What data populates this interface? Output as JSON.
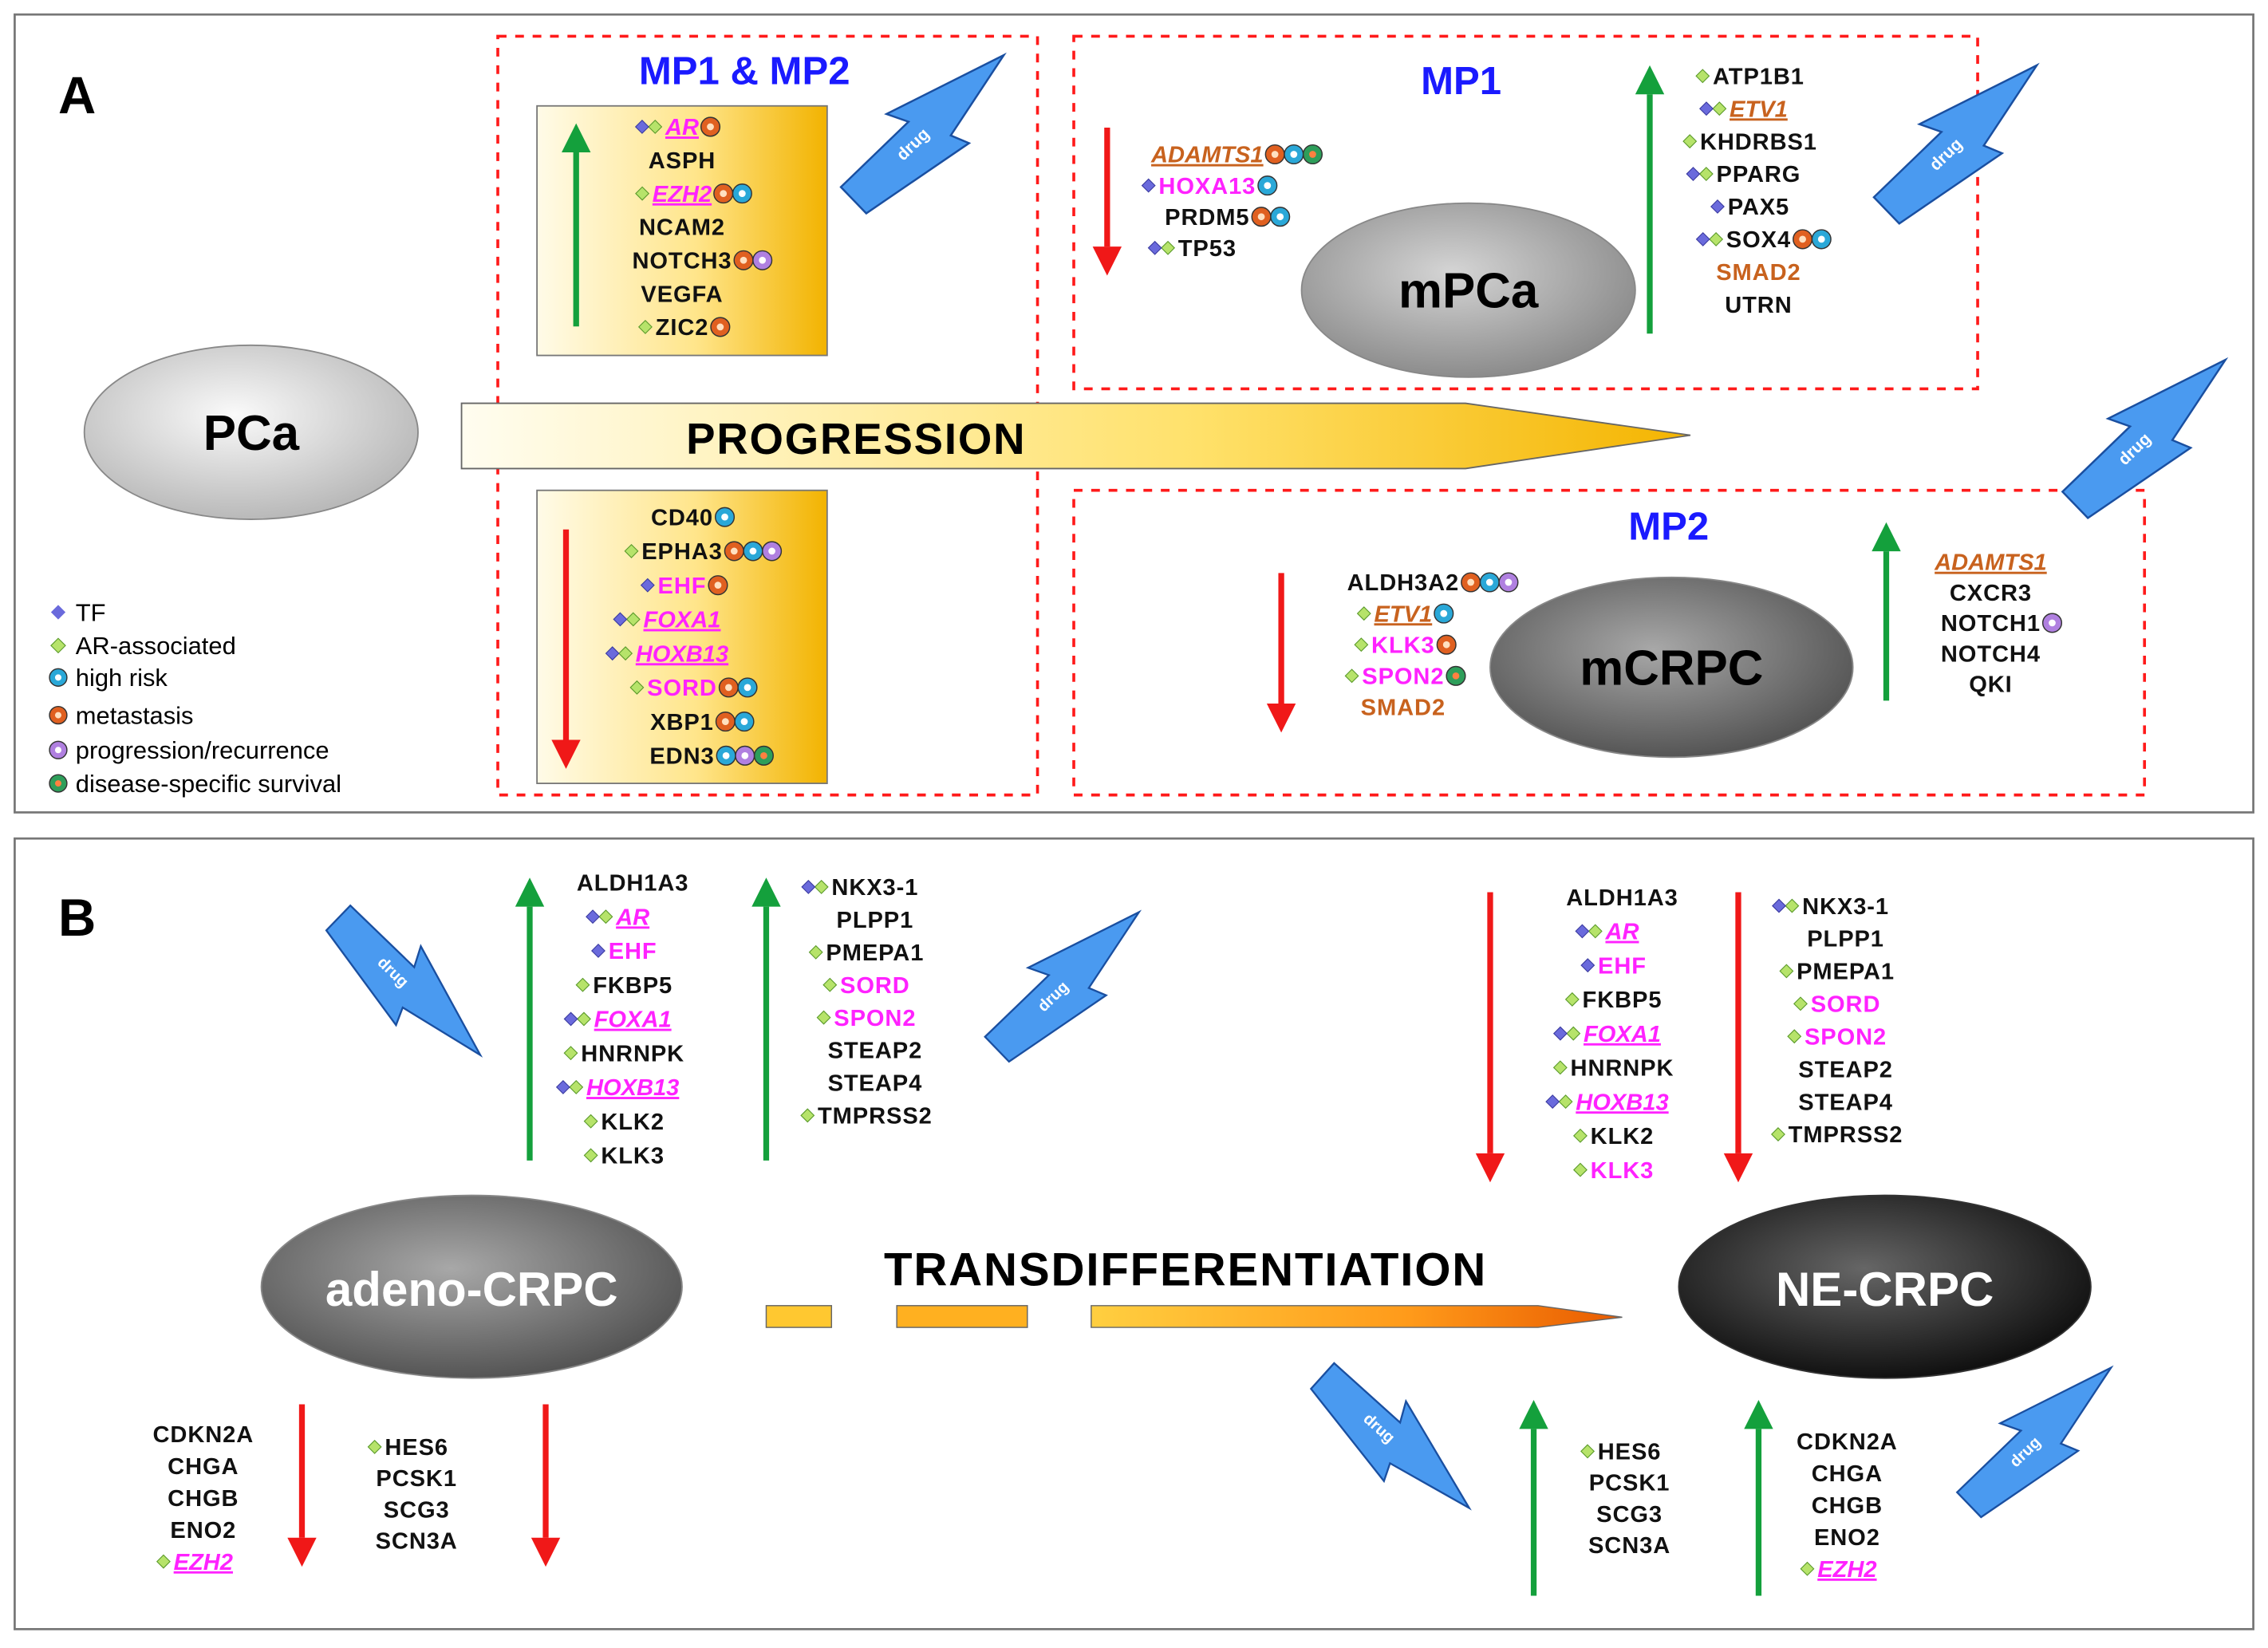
{
  "panels": {
    "a": "A",
    "b": "B"
  },
  "legend": {
    "tf": "TF",
    "ar": "AR-associated",
    "high_risk": "high risk",
    "metastasis": "metastasis",
    "progression": "progression/recurrence",
    "dss": "disease-specific survival"
  },
  "colors": {
    "black": "#111111",
    "magenta": "#ff22ff",
    "brown": "#c8621e",
    "blue_title": "#1a1aff",
    "up_arrow": "#14a03c",
    "down_arrow": "#f01818",
    "drug": "#4a9af0"
  },
  "icons": [
    "tf-icon",
    "ar-associated-icon",
    "high-risk-icon",
    "metastasis-icon",
    "progression-recurrence-icon",
    "survival-icon",
    "drug-lightning-icon"
  ],
  "drug_label": "drug",
  "panel_a": {
    "progression": "PROGRESSION",
    "states": {
      "pca": "PCa",
      "mpca": "mPCa",
      "mcrpc": "mCRPC"
    },
    "groups": {
      "mp1_mp2": "MP1 & MP2",
      "mp1": "MP1",
      "mp2": "MP2"
    },
    "mp12_up": [
      {
        "name": "AR",
        "color": "magenta",
        "style": "biu",
        "icons": [
          "tf",
          "ar"
        ],
        "badges": [
          "metastasis"
        ]
      },
      {
        "name": "ASPH",
        "color": "black",
        "style": "b",
        "icons": [],
        "badges": []
      },
      {
        "name": "EZH2",
        "color": "magenta",
        "style": "biu",
        "icons": [
          "ar"
        ],
        "badges": [
          "metastasis",
          "high_risk"
        ]
      },
      {
        "name": "NCAM2",
        "color": "black",
        "style": "b",
        "icons": [],
        "badges": []
      },
      {
        "name": "NOTCH3",
        "color": "black",
        "style": "b",
        "icons": [],
        "badges": [
          "metastasis",
          "progression"
        ]
      },
      {
        "name": "VEGFA",
        "color": "black",
        "style": "b",
        "icons": [],
        "badges": []
      },
      {
        "name": "ZIC2",
        "color": "black",
        "style": "b",
        "icons": [
          "ar"
        ],
        "badges": [
          "metastasis"
        ]
      }
    ],
    "mp12_down": [
      {
        "name": "CD40",
        "color": "black",
        "style": "b",
        "icons": [],
        "badges": [
          "high_risk"
        ]
      },
      {
        "name": "EPHA3",
        "color": "black",
        "style": "b",
        "icons": [
          "ar"
        ],
        "badges": [
          "metastasis",
          "high_risk",
          "progression"
        ]
      },
      {
        "name": "EHF",
        "color": "magenta",
        "style": "b",
        "icons": [
          "tf"
        ],
        "badges": [
          "metastasis"
        ]
      },
      {
        "name": "FOXA1",
        "color": "magenta",
        "style": "biu",
        "icons": [
          "tf",
          "ar"
        ],
        "badges": []
      },
      {
        "name": "HOXB13",
        "color": "magenta",
        "style": "biu",
        "icons": [
          "tf",
          "ar"
        ],
        "badges": []
      },
      {
        "name": "SORD",
        "color": "magenta",
        "style": "b",
        "icons": [
          "ar"
        ],
        "badges": [
          "metastasis",
          "high_risk"
        ]
      },
      {
        "name": "XBP1",
        "color": "black",
        "style": "b",
        "icons": [],
        "badges": [
          "metastasis",
          "high_risk"
        ]
      },
      {
        "name": "EDN3",
        "color": "black",
        "style": "b",
        "icons": [],
        "badges": [
          "high_risk",
          "progression",
          "dss"
        ]
      }
    ],
    "mp1_down": [
      {
        "name": "ADAMTS1",
        "color": "brown",
        "style": "biu",
        "icons": [],
        "badges": [
          "metastasis",
          "high_risk",
          "dss"
        ]
      },
      {
        "name": "HOXA13",
        "color": "magenta",
        "style": "b",
        "icons": [
          "tf"
        ],
        "badges": [
          "high_risk"
        ]
      },
      {
        "name": "PRDM5",
        "color": "black",
        "style": "b",
        "icons": [],
        "badges": [
          "metastasis",
          "high_risk"
        ]
      },
      {
        "name": "TP53",
        "color": "black",
        "style": "b",
        "icons": [
          "tf",
          "ar"
        ],
        "badges": []
      }
    ],
    "mp1_up": [
      {
        "name": "ATP1B1",
        "color": "black",
        "style": "b",
        "icons": [
          "ar"
        ],
        "badges": []
      },
      {
        "name": "ETV1",
        "color": "brown",
        "style": "biu",
        "icons": [
          "tf",
          "ar"
        ],
        "badges": []
      },
      {
        "name": "KHDRBS1",
        "color": "black",
        "style": "b",
        "icons": [
          "ar"
        ],
        "badges": []
      },
      {
        "name": "PPARG",
        "color": "black",
        "style": "b",
        "icons": [
          "tf",
          "ar"
        ],
        "badges": []
      },
      {
        "name": "PAX5",
        "color": "black",
        "style": "b",
        "icons": [
          "tf"
        ],
        "badges": []
      },
      {
        "name": "SOX4",
        "color": "black",
        "style": "b",
        "icons": [
          "tf",
          "ar"
        ],
        "badges": [
          "metastasis",
          "high_risk"
        ]
      },
      {
        "name": "SMAD2",
        "color": "brown",
        "style": "b",
        "icons": [],
        "badges": []
      },
      {
        "name": "UTRN",
        "color": "black",
        "style": "b",
        "icons": [],
        "badges": []
      }
    ],
    "mp2_down": [
      {
        "name": "ALDH3A2",
        "color": "black",
        "style": "b",
        "icons": [],
        "badges": [
          "metastasis",
          "high_risk",
          "progression"
        ]
      },
      {
        "name": "ETV1",
        "color": "brown",
        "style": "biu",
        "icons": [
          "ar"
        ],
        "badges": [
          "high_risk"
        ]
      },
      {
        "name": "KLK3",
        "color": "magenta",
        "style": "b",
        "icons": [
          "ar"
        ],
        "badges": [
          "metastasis"
        ]
      },
      {
        "name": "SPON2",
        "color": "magenta",
        "style": "b",
        "icons": [
          "ar"
        ],
        "badges": [
          "dss"
        ]
      },
      {
        "name": "SMAD2",
        "color": "brown",
        "style": "b",
        "icons": [],
        "badges": []
      }
    ],
    "mp2_up": [
      {
        "name": "ADAMTS1",
        "color": "brown",
        "style": "biu",
        "icons": [],
        "badges": []
      },
      {
        "name": "CXCR3",
        "color": "black",
        "style": "b",
        "icons": [],
        "badges": []
      },
      {
        "name": "NOTCH1",
        "color": "black",
        "style": "b",
        "icons": [],
        "badges": [
          "progression"
        ]
      },
      {
        "name": "NOTCH4",
        "color": "black",
        "style": "b",
        "icons": [],
        "badges": []
      },
      {
        "name": "QKI",
        "color": "black",
        "style": "b",
        "icons": [],
        "badges": []
      }
    ]
  },
  "panel_b": {
    "transdifferentiation": "TRANSDIFFERENTIATION",
    "states": {
      "adeno": "adeno-CRPC",
      "ne": "NE-CRPC"
    },
    "ar_col1": [
      {
        "name": "ALDH1A3",
        "color": "black",
        "style": "b",
        "icons": [],
        "badges": []
      },
      {
        "name": "AR",
        "color": "magenta",
        "style": "biu",
        "icons": [
          "tf",
          "ar"
        ],
        "badges": []
      },
      {
        "name": "EHF",
        "color": "magenta",
        "style": "b",
        "icons": [
          "tf"
        ],
        "badges": []
      },
      {
        "name": "FKBP5",
        "color": "black",
        "style": "b",
        "icons": [
          "ar"
        ],
        "badges": []
      },
      {
        "name": "FOXA1",
        "color": "magenta",
        "style": "biu",
        "icons": [
          "tf",
          "ar"
        ],
        "badges": []
      },
      {
        "name": "HNRNPK",
        "color": "black",
        "style": "b",
        "icons": [
          "ar"
        ],
        "badges": []
      },
      {
        "name": "HOXB13",
        "color": "magenta",
        "style": "biu",
        "icons": [
          "tf",
          "ar"
        ],
        "badges": []
      },
      {
        "name": "KLK2",
        "color": "black",
        "style": "b",
        "icons": [
          "ar"
        ],
        "badges": []
      },
      {
        "name": "KLK3",
        "color": "black",
        "style": "b",
        "icons": [
          "ar"
        ],
        "badges": []
      }
    ],
    "ar_col2": [
      {
        "name": "NKX3-1",
        "color": "black",
        "style": "b",
        "icons": [
          "tf",
          "ar"
        ],
        "badges": []
      },
      {
        "name": "PLPP1",
        "color": "black",
        "style": "b",
        "icons": [],
        "badges": []
      },
      {
        "name": "PMEPA1",
        "color": "black",
        "style": "b",
        "icons": [
          "ar"
        ],
        "badges": []
      },
      {
        "name": "SORD",
        "color": "magenta",
        "style": "b",
        "icons": [
          "ar"
        ],
        "badges": []
      },
      {
        "name": "SPON2",
        "color": "magenta",
        "style": "b",
        "icons": [
          "ar"
        ],
        "badges": []
      },
      {
        "name": "STEAP2",
        "color": "black",
        "style": "b",
        "icons": [],
        "badges": []
      },
      {
        "name": "STEAP4",
        "color": "black",
        "style": "b",
        "icons": [],
        "badges": []
      },
      {
        "name": "TMPRSS2",
        "color": "black",
        "style": "b",
        "icons": [
          "ar"
        ],
        "badges": []
      }
    ],
    "ne_col1": [
      {
        "name": "ALDH1A3",
        "color": "black",
        "style": "b",
        "icons": [],
        "badges": []
      },
      {
        "name": "AR",
        "color": "magenta",
        "style": "biu",
        "icons": [
          "tf",
          "ar"
        ],
        "badges": []
      },
      {
        "name": "EHF",
        "color": "magenta",
        "style": "b",
        "icons": [
          "tf"
        ],
        "badges": []
      },
      {
        "name": "FKBP5",
        "color": "black",
        "style": "b",
        "icons": [
          "ar"
        ],
        "badges": []
      },
      {
        "name": "FOXA1",
        "color": "magenta",
        "style": "biu",
        "icons": [
          "tf",
          "ar"
        ],
        "badges": []
      },
      {
        "name": "HNRNPK",
        "color": "black",
        "style": "b",
        "icons": [
          "ar"
        ],
        "badges": []
      },
      {
        "name": "HOXB13",
        "color": "magenta",
        "style": "biu",
        "icons": [
          "tf",
          "ar"
        ],
        "badges": []
      },
      {
        "name": "KLK2",
        "color": "black",
        "style": "b",
        "icons": [
          "ar"
        ],
        "badges": []
      },
      {
        "name": "KLK3",
        "color": "magenta",
        "style": "b",
        "icons": [
          "ar"
        ],
        "badges": []
      }
    ],
    "ne_col2": [
      {
        "name": "NKX3-1",
        "color": "black",
        "style": "b",
        "icons": [
          "tf",
          "ar"
        ],
        "badges": []
      },
      {
        "name": "PLPP1",
        "color": "black",
        "style": "b",
        "icons": [],
        "badges": []
      },
      {
        "name": "PMEPA1",
        "color": "black",
        "style": "b",
        "icons": [
          "ar"
        ],
        "badges": []
      },
      {
        "name": "SORD",
        "color": "magenta",
        "style": "b",
        "icons": [
          "ar"
        ],
        "badges": []
      },
      {
        "name": "SPON2",
        "color": "magenta",
        "style": "b",
        "icons": [
          "ar"
        ],
        "badges": []
      },
      {
        "name": "STEAP2",
        "color": "black",
        "style": "b",
        "icons": [],
        "badges": []
      },
      {
        "name": "STEAP4",
        "color": "black",
        "style": "b",
        "icons": [],
        "badges": []
      },
      {
        "name": "TMPRSS2",
        "color": "black",
        "style": "b",
        "icons": [
          "ar"
        ],
        "badges": []
      }
    ],
    "adeno_ne_col1": [
      {
        "name": "CDKN2A",
        "color": "black",
        "style": "b",
        "icons": [],
        "badges": []
      },
      {
        "name": "CHGA",
        "color": "black",
        "style": "b",
        "icons": [],
        "badges": []
      },
      {
        "name": "CHGB",
        "color": "black",
        "style": "b",
        "icons": [],
        "badges": []
      },
      {
        "name": "ENO2",
        "color": "black",
        "style": "b",
        "icons": [],
        "badges": []
      },
      {
        "name": "EZH2",
        "color": "magenta",
        "style": "biu",
        "icons": [
          "ar"
        ],
        "badges": []
      }
    ],
    "adeno_ne_col2": [
      {
        "name": "HES6",
        "color": "black",
        "style": "b",
        "icons": [
          "ar"
        ],
        "badges": []
      },
      {
        "name": "PCSK1",
        "color": "black",
        "style": "b",
        "icons": [],
        "badges": []
      },
      {
        "name": "SCG3",
        "color": "black",
        "style": "b",
        "icons": [],
        "badges": []
      },
      {
        "name": "SCN3A",
        "color": "black",
        "style": "b",
        "icons": [],
        "badges": []
      }
    ],
    "nes_ne_col1": [
      {
        "name": "HES6",
        "color": "black",
        "style": "b",
        "icons": [
          "ar"
        ],
        "badges": []
      },
      {
        "name": "PCSK1",
        "color": "black",
        "style": "b",
        "icons": [],
        "badges": []
      },
      {
        "name": "SCG3",
        "color": "black",
        "style": "b",
        "icons": [],
        "badges": []
      },
      {
        "name": "SCN3A",
        "color": "black",
        "style": "b",
        "icons": [],
        "badges": []
      }
    ],
    "nes_ne_col2": [
      {
        "name": "CDKN2A",
        "color": "black",
        "style": "b",
        "icons": [],
        "badges": []
      },
      {
        "name": "CHGA",
        "color": "black",
        "style": "b",
        "icons": [],
        "badges": []
      },
      {
        "name": "CHGB",
        "color": "black",
        "style": "b",
        "icons": [],
        "badges": []
      },
      {
        "name": "ENO2",
        "color": "black",
        "style": "b",
        "icons": [],
        "badges": []
      },
      {
        "name": "EZH2",
        "color": "magenta",
        "style": "biu",
        "icons": [
          "ar"
        ],
        "badges": []
      }
    ]
  }
}
